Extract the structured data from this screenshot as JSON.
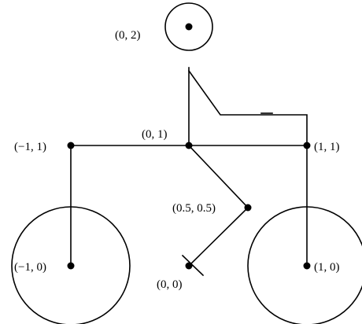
{
  "points": {
    "head": "(0, 2)",
    "origin_top": "(0, 1)",
    "left_handle": "(−1, 1)",
    "right_handle": "(1, 1)",
    "mid": "(0.5, 0.5)",
    "left_wheel": "(−1, 0)",
    "right_wheel": "(1, 0)",
    "pedal": "(0, 0)"
  }
}
